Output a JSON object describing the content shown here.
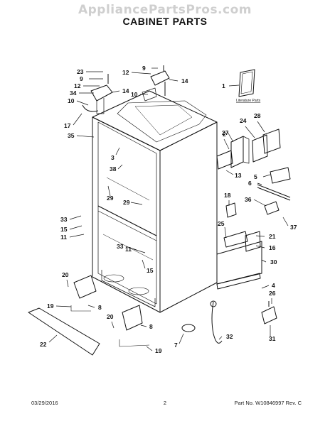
{
  "watermark": "AppliancePartsPros.com",
  "title": "CABINET PARTS",
  "literature_label": "Literature Parts",
  "footer": {
    "date": "03/29/2016",
    "page": "2",
    "part_info": "Part No.  W10846997  Rev. C"
  },
  "callouts": [
    {
      "label": "23"
    },
    {
      "label": "9"
    },
    {
      "label": "12"
    },
    {
      "label": "9"
    },
    {
      "label": "14"
    },
    {
      "label": "12"
    },
    {
      "label": "34"
    },
    {
      "label": "14"
    },
    {
      "label": "10"
    },
    {
      "label": "10"
    },
    {
      "label": "17"
    },
    {
      "label": "35"
    },
    {
      "label": "1"
    },
    {
      "label": "28"
    },
    {
      "label": "24"
    },
    {
      "label": "27"
    },
    {
      "label": "2"
    },
    {
      "label": "3"
    },
    {
      "label": "38"
    },
    {
      "label": "13"
    },
    {
      "label": "5"
    },
    {
      "label": "6"
    },
    {
      "label": "29"
    },
    {
      "label": "18"
    },
    {
      "label": "29"
    },
    {
      "label": "36"
    },
    {
      "label": "33"
    },
    {
      "label": "15"
    },
    {
      "label": "11"
    },
    {
      "label": "37"
    },
    {
      "label": "25"
    },
    {
      "label": "21"
    },
    {
      "label": "16"
    },
    {
      "label": "11"
    },
    {
      "label": "33"
    },
    {
      "label": "15"
    },
    {
      "label": "30"
    },
    {
      "label": "20"
    },
    {
      "label": "4"
    },
    {
      "label": "26"
    },
    {
      "label": "19"
    },
    {
      "label": "8"
    },
    {
      "label": "20"
    },
    {
      "label": "8"
    },
    {
      "label": "32"
    },
    {
      "label": "7"
    },
    {
      "label": "31"
    },
    {
      "label": "22"
    },
    {
      "label": "19"
    }
  ]
}
